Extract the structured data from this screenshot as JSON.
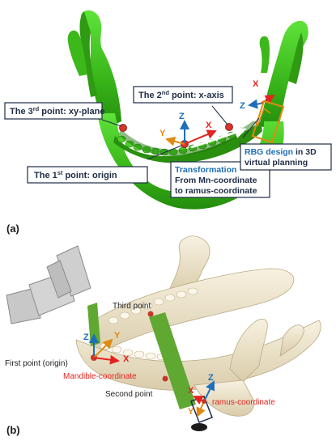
{
  "panel_a": {
    "label": "(a)",
    "box_third": {
      "prefix": "The 3",
      "sup": "rd",
      "suffix": " point: xy-plane"
    },
    "box_second": {
      "prefix": "The 2",
      "sup": "nd",
      "suffix": " point: x-axis"
    },
    "box_first": {
      "prefix": "The 1",
      "sup": "st",
      "suffix": " point: origin"
    },
    "transformation": {
      "title": "Transformation",
      "line1": "From Mn-coordinate",
      "line2": "to ramus-coordinate"
    },
    "rbg": {
      "line1_blue": "RBG design",
      "line1_rest": " in 3D",
      "line2": "virtual planning"
    },
    "axes": {
      "x": "X",
      "y": "Y",
      "z": "Z"
    }
  },
  "panel_b": {
    "label": "(b)",
    "third_point": "Third point",
    "first_point": "First point (origin)",
    "second_point": "Second point",
    "mandible_coordinate": "Mandible-coordinate",
    "ramus_coordinate": "ramus-coordinate",
    "axes": {
      "x": "X",
      "y": "Y",
      "z": "Z"
    }
  },
  "colors": {
    "mandible_green": "#3ec21a",
    "bone": "#efe6cf",
    "red_axis": "#e3231f",
    "orange_axis": "#e08a12",
    "blue_axis": "#1e6fb8",
    "box_border": "#1f2d45"
  }
}
